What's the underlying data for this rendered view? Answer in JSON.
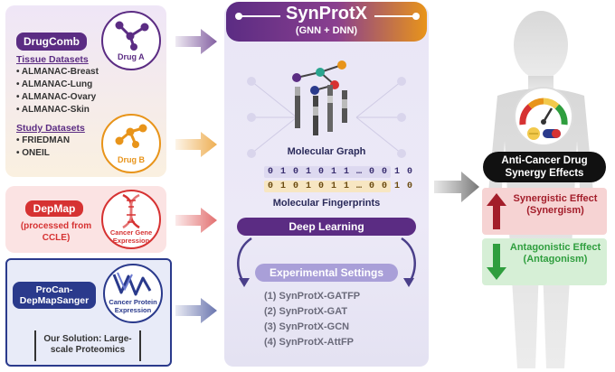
{
  "drugcomb": {
    "title": "DrugComb",
    "tissue_heading": "Tissue Datasets",
    "tissue_items": [
      "ALMANAC-Breast",
      "ALMANAC-Lung",
      "ALMANAC-Ovary",
      "ALMANAC-Skin"
    ],
    "study_heading": "Study Datasets",
    "study_items": [
      "FRIEDMAN",
      "ONEIL"
    ],
    "drug_a": "Drug A",
    "drug_b": "Drug B"
  },
  "depmap": {
    "title": "DepMap",
    "subtitle": "(processed from CCLE)",
    "circle_label": "Cancer Gene Expression"
  },
  "procan": {
    "title": "ProCan-DepMapSanger",
    "circle_label": "Cancer Protein Expression",
    "solution": "Our Solution: Large-scale Proteomics"
  },
  "model": {
    "name": "SynProtX",
    "subtitle": "(GNN + DNN)",
    "graph_label": "Molecular Graph",
    "fingerprint_1": "0 1 0 1 0 1 1 … 0 0 1 0",
    "fingerprint_2": "0 1 0 1 0 1 1 … 0 0 1 0",
    "fingerprint_label": "Molecular Fingerprints",
    "deep_learning": "Deep Learning",
    "settings_title": "Experimental Settings",
    "settings": [
      "(1) SynProtX-GATFP",
      "(2) SynProtX-GAT",
      "(3) SynProtX-GCN",
      "(4) SynProtX-AttFP"
    ]
  },
  "output": {
    "title": "Anti-Cancer Drug Synergy Effects",
    "synergistic": "Synergistic Effect (Synergism)",
    "antagonistic": "Antagonistic Effect (Antagonism)"
  },
  "colors": {
    "purple": "#5b2c83",
    "orange": "#e8941a",
    "red": "#d63232",
    "blue": "#2a3a8c",
    "dark_red": "#a31d2a",
    "green": "#2f9e3e"
  }
}
